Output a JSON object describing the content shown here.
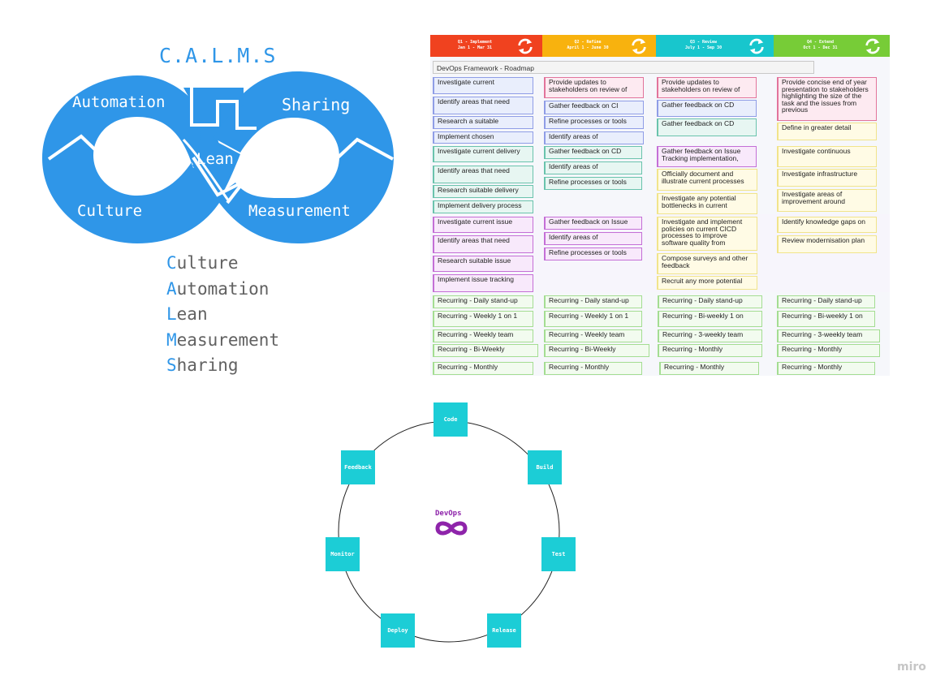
{
  "calms": {
    "title": "C.A.L.M.S",
    "loop_labels": {
      "automation": "Automation",
      "sharing": "Sharing",
      "lean": "Lean",
      "culture": "Culture",
      "measurement": "Measurement"
    },
    "list": [
      {
        "initial": "C",
        "rest": "ulture"
      },
      {
        "initial": "A",
        "rest": "utomation"
      },
      {
        "initial": "L",
        "rest": "ean"
      },
      {
        "initial": "M",
        "rest": "easurement"
      },
      {
        "initial": "S",
        "rest": "haring"
      }
    ],
    "colors": {
      "loop": "#2f96e8",
      "text": "#616161"
    }
  },
  "roadmap": {
    "title": "DevOps Framework - Roadmap",
    "quarters": [
      {
        "line1": "Q1 - Implement",
        "line2": "Jan 1 - Mar 31",
        "color": "#f0421f",
        "icon": "refresh-icon"
      },
      {
        "line1": "Q2 - Refine",
        "line2": "April 1 - June 30",
        "color": "#f8b20e",
        "icon": "refresh-icon"
      },
      {
        "line1": "Q3 - Review",
        "line2": "July 1 - Sep 30",
        "color": "#18c6cd",
        "icon": "refresh-icon"
      },
      {
        "line1": "Q4 - Extend",
        "line2": "Oct 1 - Dec 31",
        "color": "#77cc37",
        "icon": "refresh-icon"
      }
    ],
    "cards": {
      "q1": [
        "Investigate current",
        "Identify areas that need",
        "Research a suitable",
        "Implement chosen",
        "Investigate current delivery",
        "Identify areas that need",
        "Research suitable delivery",
        "Implement delivery process",
        "Investigate current issue",
        "Identify areas that need",
        "Research suitable issue",
        "Implement issue tracking",
        "Recurring - Daily stand-up",
        "Recurring - Weekly 1 on 1",
        "Recurring - Weekly team",
        "Recurring -  Bi-Weekly",
        "Recurring - Monthly"
      ],
      "q2": [
        "Provide updates to stakeholders on review of",
        "Gather feedback on CI",
        "Refine processes or tools",
        "Identify areas of",
        "Gather feedback on CD",
        "Identify areas of",
        "Refine processes or tools",
        "Gather feedback on Issue",
        "Identify areas of",
        "Refine processes or tools",
        "Recurring - Daily stand-up",
        "Recurring - Weekly 1 on 1",
        "Recurring - Weekly team",
        "Recurring - Bi-Weekly",
        "Recurring - Monthly"
      ],
      "q3": [
        "Provide updates to stakeholders on review of",
        "Gather feedback on CD",
        "Gather feedback on CD",
        "Gather feedback on Issue Tracking implementation,",
        "Officially document and illustrate current processes",
        "Investigate any potential bottlenecks in current",
        "Investigate and implement policies on current CICD processes to improve software quality from",
        "Compose surveys and other feedback",
        "Recruit any more potential",
        "Recurring - Daily stand-up",
        "Recurring - Bi-weekly 1 on",
        "Recurring - 3-weekly team",
        "Recurring - Monthly",
        "Recurring - Monthly"
      ],
      "q4": [
        "Provide concise end of year presentation to stakeholders highlighting the size of the task and the issues from previous",
        "Define in greater detail",
        "Investigate continuous",
        "Investigate infrastructure",
        "Investigate areas of improvement around",
        "Identify knowledge gaps on",
        "Review modernisation plan",
        "Recurring - Daily stand-up",
        "Recurring - Bi-weekly 1 on",
        "Recurring - 3-weekly team",
        "Recurring - Monthly",
        "Recurring - Monthly"
      ]
    }
  },
  "cycle": {
    "center_label": "DevOps",
    "center_icon": "infinity-icon",
    "nodes": [
      "Code",
      "Build",
      "Test",
      "Release",
      "Deploy",
      "Monitor",
      "Feedback"
    ],
    "node_color": "#1ccdd6",
    "accent": "#8e24aa"
  },
  "watermark": "miro"
}
